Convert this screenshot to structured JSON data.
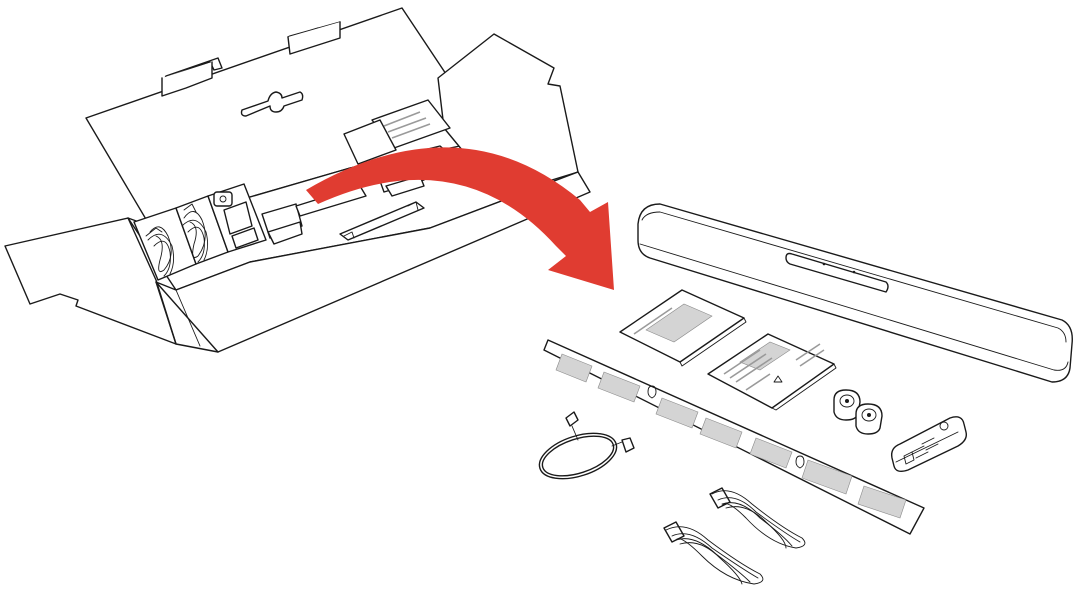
{
  "diagram": {
    "arrow_color": "#e03c31",
    "line_color": "#1a1a1a",
    "background": "#ffffff",
    "parts": [
      {
        "name": "shipping-box",
        "icon": "open-box"
      },
      {
        "name": "soundbar",
        "icon": "soundbar"
      },
      {
        "name": "quick-start-guide",
        "icon": "document"
      },
      {
        "name": "safety-sheet",
        "icon": "document"
      },
      {
        "name": "wall-mount-template",
        "icon": "template-strip"
      },
      {
        "name": "optical-cable",
        "icon": "cable"
      },
      {
        "name": "power-cord",
        "icon": "power-cable"
      },
      {
        "name": "wall-mount-brackets",
        "icon": "bracket"
      },
      {
        "name": "remote-control",
        "icon": "remote"
      }
    ]
  }
}
